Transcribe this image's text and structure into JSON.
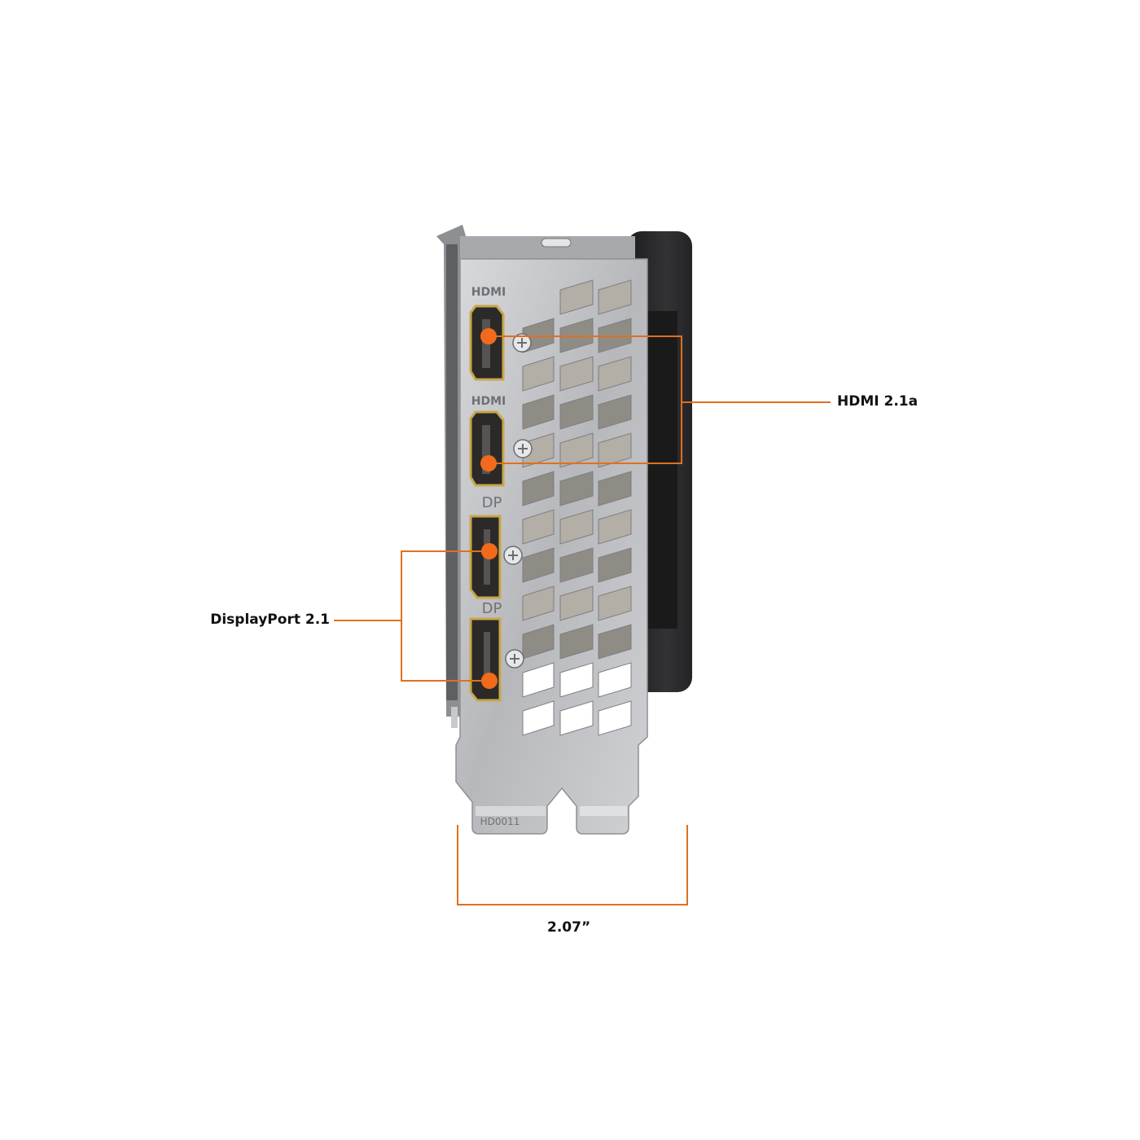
{
  "callouts": {
    "hdmi": "HDMI 2.1a",
    "displayport": "DisplayPort 2.1",
    "width_dimension": "2.07”"
  },
  "bracket_labels": {
    "port1": "HDMI",
    "port2": "HDMI",
    "port3": "DP",
    "port4": "DP",
    "tab_marking": "HD0011"
  },
  "colors": {
    "accent": "#e0701f",
    "dot": "#f26a1b",
    "bracket": "#b9babd",
    "shroud": "#2a2a2c",
    "gold": "#c9a64a"
  }
}
